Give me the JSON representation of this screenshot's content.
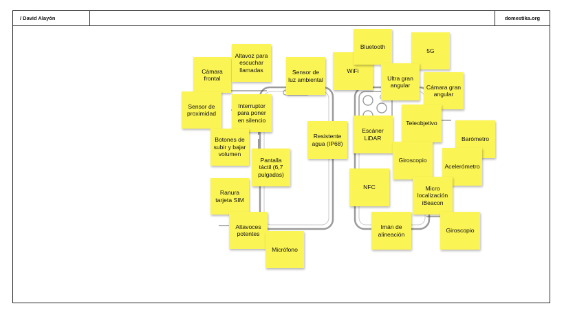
{
  "header": {
    "author": "/ David Alayón",
    "site": "domestika.org"
  },
  "notes": [
    {
      "name": "camara-frontal",
      "text": "Cámara frontal"
    },
    {
      "name": "altavoz-llamadas",
      "text": "Altavoz para escuchar llamadas"
    },
    {
      "name": "sensor-luz",
      "text": "Sensor de luz ambiental"
    },
    {
      "name": "wifi",
      "text": "WiFi"
    },
    {
      "name": "bluetooth",
      "text": "Bluetooth"
    },
    {
      "name": "5g",
      "text": "5G"
    },
    {
      "name": "ultra-gran-angular",
      "text": "Ultra gran angular"
    },
    {
      "name": "camara-gran-angular",
      "text": "Cámara gran angular"
    },
    {
      "name": "sensor-proximidad",
      "text": "Sensor de proximidad"
    },
    {
      "name": "interruptor-silencio",
      "text": "Interruptor para poner en silencio"
    },
    {
      "name": "resistente-agua",
      "text": "Resistente agua (IP68)"
    },
    {
      "name": "escaner-lidar",
      "text": "Escáner LiDAR"
    },
    {
      "name": "teleobjetivo",
      "text": "Teleobjetivo"
    },
    {
      "name": "barometro",
      "text": "Barómetro"
    },
    {
      "name": "botones-volumen",
      "text": "Botones de subir y bajar volumen"
    },
    {
      "name": "pantalla-tactil",
      "text": "Pantalla táctil (6,7 pulgadas)"
    },
    {
      "name": "giroscopio-1",
      "text": "Giroscopio"
    },
    {
      "name": "acelerometro",
      "text": "Acelerómetro"
    },
    {
      "name": "ranura-sim",
      "text": "Ranura tarjeta SIM"
    },
    {
      "name": "nfc",
      "text": "NFC"
    },
    {
      "name": "micro-localizacion",
      "text": "Micro localización iBeacon"
    },
    {
      "name": "altavoces-potentes",
      "text": "Altavoces potentes"
    },
    {
      "name": "iman-alineacion",
      "text": "Imán de alineación"
    },
    {
      "name": "giroscopio-2",
      "text": "Giroscopio"
    },
    {
      "name": "microfono",
      "text": "Micrófono"
    }
  ]
}
